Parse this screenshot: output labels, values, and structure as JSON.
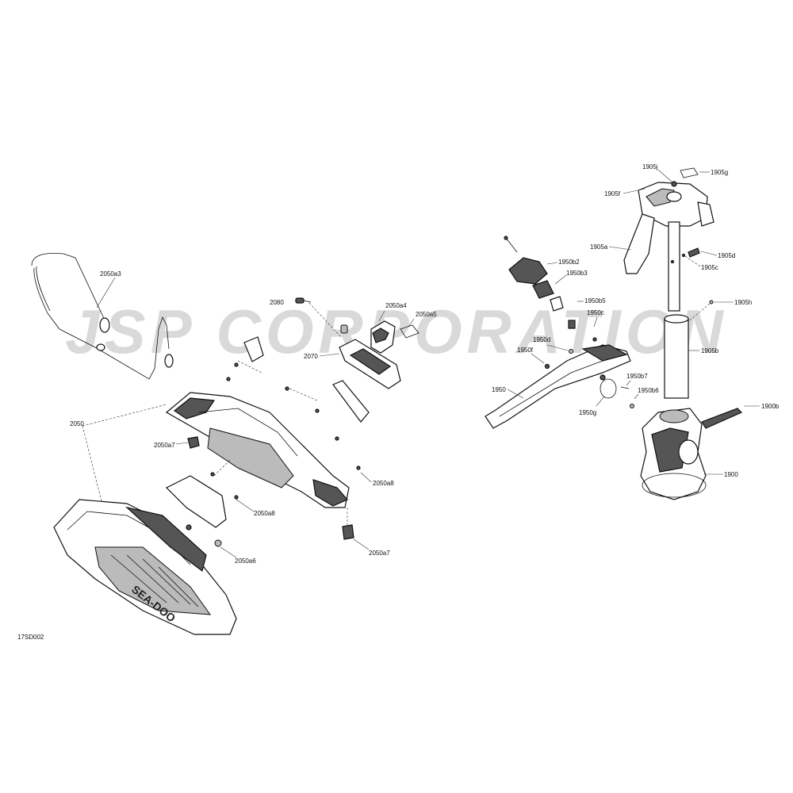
{
  "watermark": "JSP CORPORATION",
  "figure_code": "17SD002",
  "callouts": {
    "c2050a3": "2050a3",
    "c2080": "2080",
    "c2050a4": "2050a4",
    "c2050a5": "2050a5",
    "c2070": "2070",
    "c2050": "2050",
    "c2050a7_left": "2050a7",
    "c2050a8_right": "2050a8",
    "c2050a8_center": "2050a8",
    "c2050a6": "2050a6",
    "c2050a7_bottom": "2050a7",
    "c1905j": "1905j",
    "c1905g": "1905g",
    "c1905f": "1905f",
    "c1905a": "1905a",
    "c1905d": "1905d",
    "c1905c": "1905c",
    "c1905h": "1905h",
    "c1905b": "1905b",
    "c1950b2": "1950b2",
    "c1950b3": "1950b3",
    "c1950b5": "1950b5",
    "c1950c": "1950c",
    "c1950d": "1950d",
    "c1950f": "1950f",
    "c1950": "1950",
    "c1950b7": "1950b7",
    "c1950b6": "1950b6",
    "c1950g": "1950g",
    "c1900b": "1900b",
    "c1900": "1900"
  },
  "brand_mark": "SEA-DOO"
}
